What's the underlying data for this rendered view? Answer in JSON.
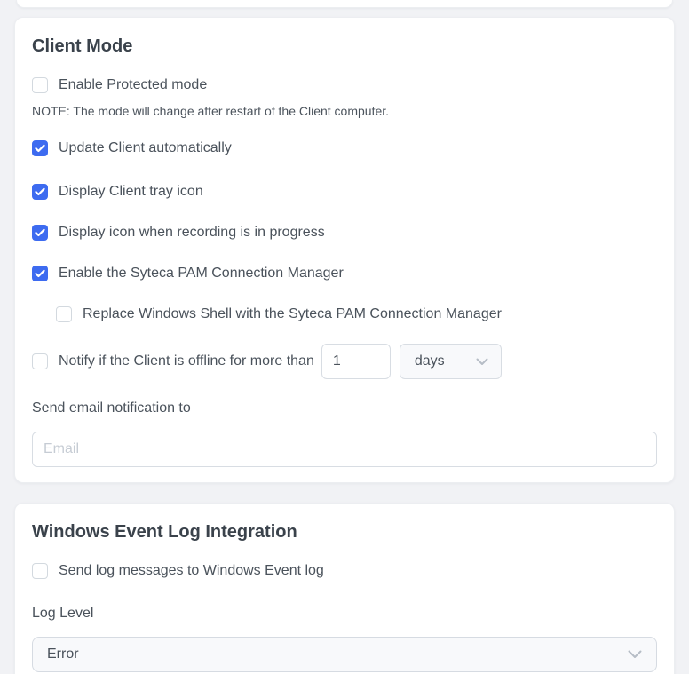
{
  "colors": {
    "accent": "#3d6bf0"
  },
  "previous_card_edge": {},
  "client_mode": {
    "title": "Client Mode",
    "checkboxes": [
      {
        "label": "Enable Protected mode",
        "checked": false
      },
      {
        "label": "Update Client automatically",
        "checked": true
      },
      {
        "label": "Display Client tray icon",
        "checked": true
      },
      {
        "label": "Display icon when recording is in progress",
        "checked": true
      },
      {
        "label": "Enable the Syteca PAM Connection Manager",
        "checked": true
      },
      {
        "label": "Replace Windows Shell with the Syteca PAM Connection Manager",
        "checked": false,
        "indented": true
      },
      {
        "label": "Notify if the Client is offline for more than",
        "checked": false
      }
    ],
    "note": "NOTE: The mode will change after restart of the Client computer.",
    "offline_threshold": {
      "value": "1",
      "unit_selected": "days"
    },
    "email_section": {
      "label": "Send email notification to",
      "placeholder": "Email"
    }
  },
  "event_log": {
    "title": "Windows Event Log Integration",
    "checkboxes": [
      {
        "label": "Send log messages to Windows Event log",
        "checked": false
      }
    ],
    "log_level": {
      "label": "Log Level",
      "selected": "Error"
    }
  }
}
